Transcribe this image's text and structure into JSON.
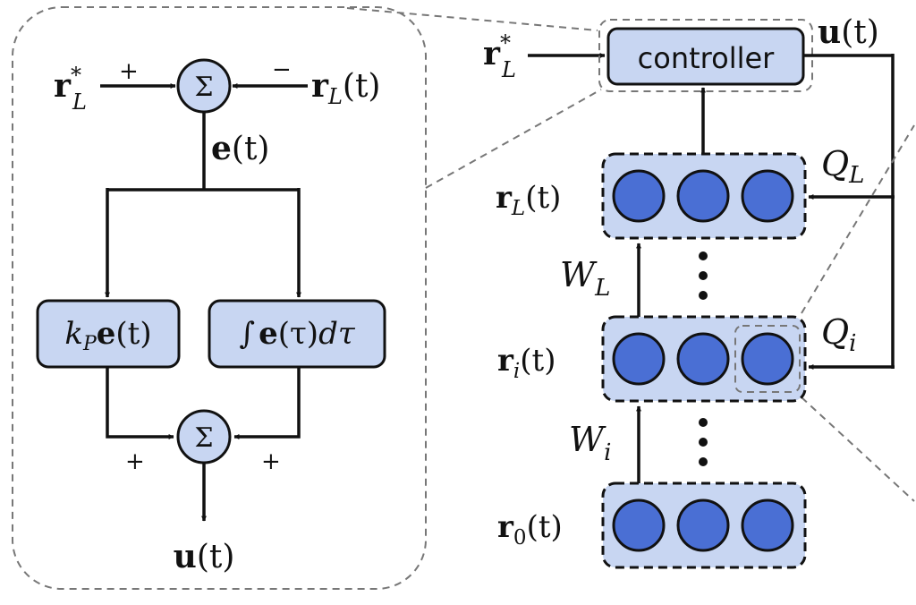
{
  "colors": {
    "box_fill": "#c8d6f2",
    "neuron_fill": "#4a6fd4",
    "stroke": "#111111",
    "dashed_outline": "#777777"
  },
  "detail": {
    "ref_input": {
      "main": "r",
      "sup": "*",
      "sub": "L"
    },
    "feedback_input": {
      "main": "r",
      "sub": "L",
      "arg": "(t)"
    },
    "plus_sign": "+",
    "minus_sign": "−",
    "sum_symbol": "Σ",
    "error_label": {
      "main": "e",
      "arg": "(t)"
    },
    "proportional_block": {
      "coef": "k",
      "coef_sub": "P",
      "main": "e",
      "arg": "(t)"
    },
    "integral_block": {
      "integral": "∫",
      "main": "e",
      "arg": "(τ)",
      "tail": "dτ"
    },
    "output_label": {
      "main": "u",
      "arg": "(t)"
    }
  },
  "network": {
    "controller_label": "controller",
    "ref_input": {
      "main": "r",
      "sup": "*",
      "sub": "L"
    },
    "output_label": {
      "main": "u",
      "arg": "(t)"
    },
    "layers": [
      {
        "main": "r",
        "sub": "L",
        "arg": "(t)"
      },
      {
        "main": "r",
        "sub": "i",
        "arg": "(t)"
      },
      {
        "main": "r",
        "sub": "0",
        "arg": "(t)"
      }
    ],
    "weights": [
      {
        "main": "W",
        "sub": "L"
      },
      {
        "main": "W",
        "sub": "i"
      }
    ],
    "control_inputs": [
      {
        "main": "Q",
        "sub": "L"
      },
      {
        "main": "Q",
        "sub": "i"
      }
    ]
  }
}
